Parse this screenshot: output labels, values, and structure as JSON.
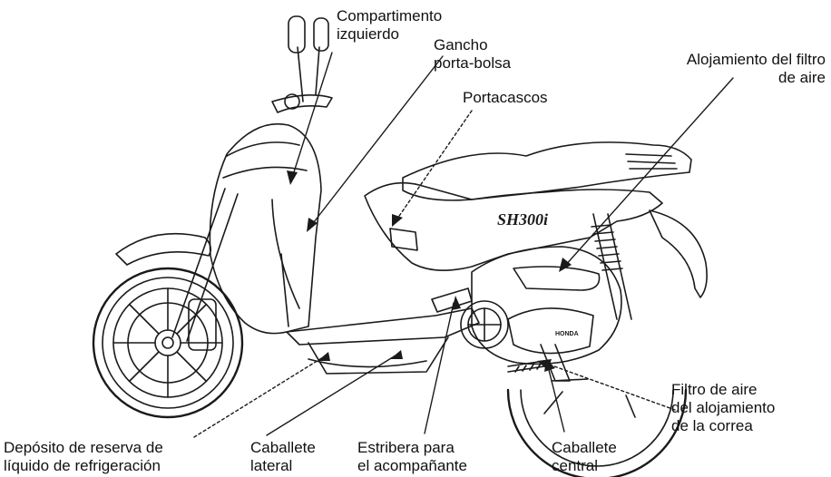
{
  "diagram": {
    "vehicle_logo": "SH300i",
    "badge_text": "HONDA",
    "colors": {
      "line": "#1a1a1a",
      "background": "#ffffff"
    }
  },
  "labels": {
    "compartimento": [
      "Compartimento",
      "izquierdo"
    ],
    "gancho": [
      "Gancho",
      "porta-bolsa"
    ],
    "portacascos": [
      "Portacascos"
    ],
    "filtro_alojamiento": [
      "Alojamiento del filtro",
      "de aire"
    ],
    "filtro_correa": [
      "Filtro de aire",
      "del alojamiento",
      "de la correa"
    ],
    "deposito": [
      "Depósito de reserva de",
      "líquido de refrigeración"
    ],
    "caballete_lateral": [
      "Caballete",
      "lateral"
    ],
    "estribera": [
      "Estribera para",
      "el acompañante"
    ],
    "caballete_central": [
      "Caballete",
      "central"
    ]
  }
}
